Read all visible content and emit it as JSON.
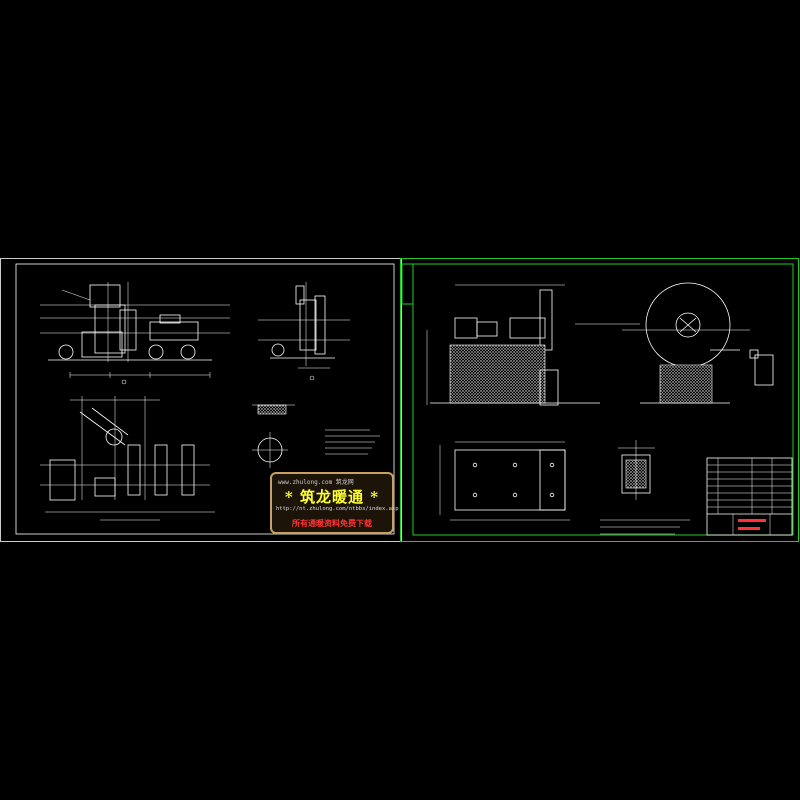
{
  "watermark": {
    "url_top": "www.zhulong.com  筑龙网",
    "title": "* 筑龙暖通 *",
    "url_bottom": "http://nt.zhulong.com/ntbbs/index.asp",
    "tagline": "所有通暖资料免费下载"
  },
  "colors": {
    "background": "#000000",
    "left_frame": "#ffffff",
    "right_frame": "#22cc22",
    "watermark_border": "#c8a060",
    "watermark_title": "#ffff33",
    "watermark_tag": "#ff3333"
  }
}
